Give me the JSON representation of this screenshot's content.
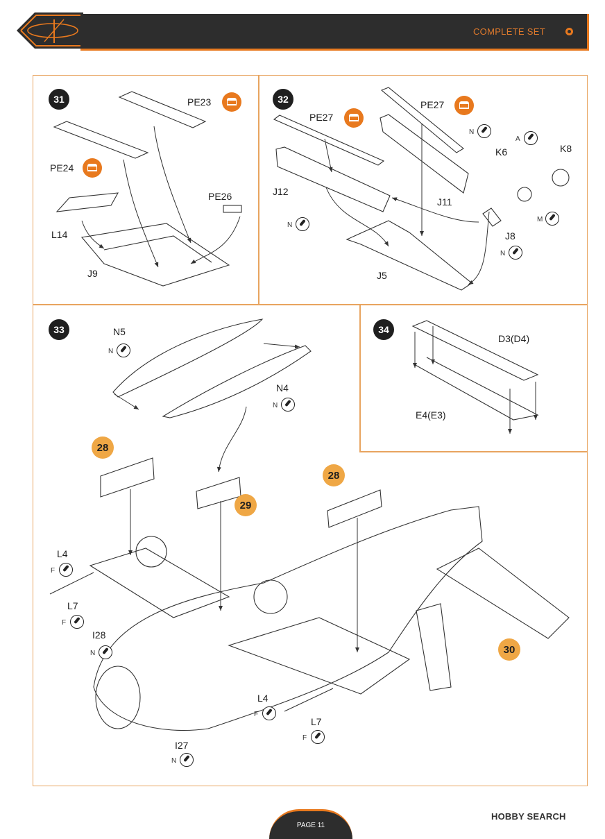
{
  "header": {
    "title": "COMPLETE SET"
  },
  "steps": [
    {
      "number": "31",
      "labels": [
        "PE23",
        "PE24",
        "PE26",
        "L14",
        "J9"
      ]
    },
    {
      "number": "32",
      "labels": [
        "PE27",
        "PE27",
        "J12",
        "J11",
        "K6",
        "K8",
        "J8",
        "J5"
      ]
    },
    {
      "number": "33",
      "labels": [
        "N5",
        "N4",
        "L4",
        "L7",
        "I28",
        "L4",
        "L7",
        "I27"
      ]
    },
    {
      "number": "34",
      "labels": [
        "D3(D4)",
        "E4(E3)"
      ]
    }
  ],
  "refs": [
    "28",
    "29",
    "28",
    "30"
  ],
  "glue": {
    "n": "N",
    "a": "A",
    "m": "M",
    "f": "F"
  },
  "footer": {
    "page": "PAGE 11"
  },
  "watermark": "HOBBY SEARCH"
}
